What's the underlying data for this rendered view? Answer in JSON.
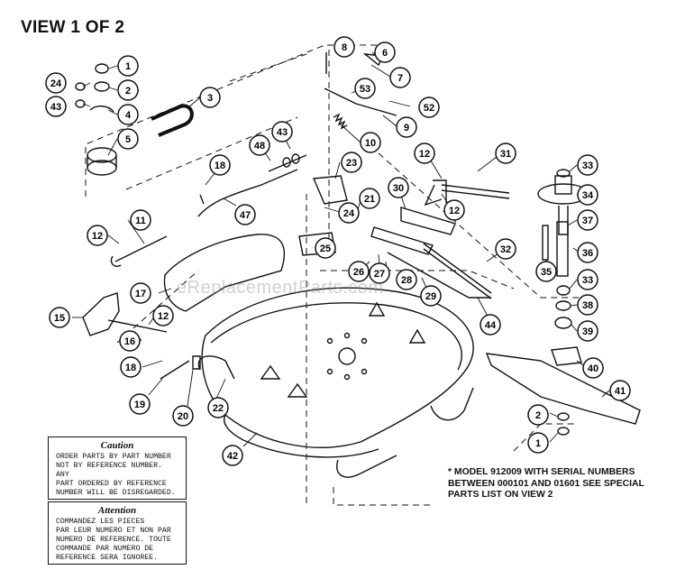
{
  "title": "VIEW 1 OF 2",
  "watermark": "eReplacementParts.com",
  "caution": {
    "heading": "Caution",
    "lines": [
      "ORDER PARTS BY PART NUMBER",
      "NOT BY REFERENCE NUMBER. ANY",
      "PART ORDERED BY REFERENCE",
      "NUMBER WILL BE DISREGARDED."
    ]
  },
  "attention": {
    "heading": "Attention",
    "lines": [
      "COMMANDEZ LES PIECES",
      "PAR LEUR NUMERO ET NON PAR",
      "NUMERO DE REFERENCE. TOUTE",
      "COMMANDE PAR NUMERO DE",
      "REFERENCE SERA IGNOREE."
    ]
  },
  "model_note": "* MODEL 912009 WITH SERIAL NUMBERS\nBETWEEN 000101 AND 01601 SEE SPECIAL\nPARTS LIST ON VIEW 2",
  "callouts": [
    "1",
    "2",
    "3",
    "4",
    "5",
    "6",
    "7",
    "8",
    "9",
    "10",
    "11",
    "12",
    "15",
    "16",
    "17",
    "18",
    "19",
    "20",
    "21",
    "22",
    "23",
    "24",
    "25",
    "26",
    "27",
    "28",
    "29",
    "30",
    "31",
    "32",
    "33",
    "34",
    "35",
    "36",
    "37",
    "38",
    "39",
    "40",
    "41",
    "42",
    "43",
    "44",
    "47",
    "48",
    "52",
    "53"
  ]
}
